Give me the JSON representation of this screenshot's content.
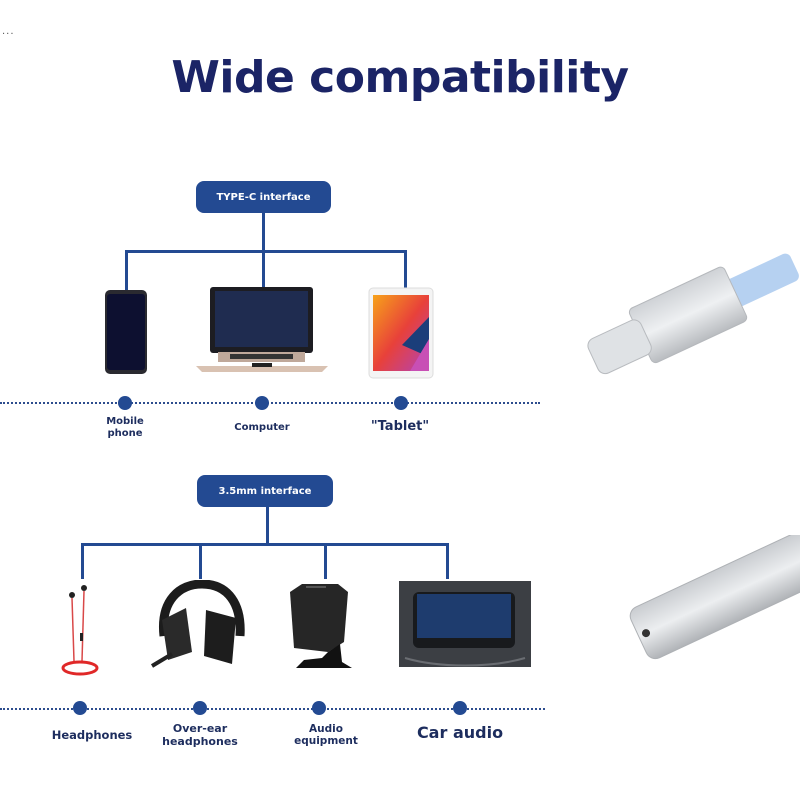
{
  "page": {
    "corner_mark": "...",
    "title": "Wide compatibility"
  },
  "type_c": {
    "header": "TYPE-C interface",
    "devices": [
      {
        "label": "Mobile\nphone",
        "icon": "smartphone-icon"
      },
      {
        "label": "Computer",
        "icon": "laptop-icon"
      },
      {
        "label": "\"Tablet\"",
        "icon": "tablet-icon"
      }
    ]
  },
  "audio": {
    "header": "3.5mm interface",
    "devices": [
      {
        "label": "Headphones",
        "icon": "earphones-icon"
      },
      {
        "label": "Over-ear\nheadphones",
        "icon": "over-ear-headphones-icon"
      },
      {
        "label": "Audio\nequipment",
        "icon": "speaker-icon"
      },
      {
        "label": "Car audio",
        "icon": "car-stereo-icon"
      }
    ]
  },
  "colors": {
    "title": "#1b2466",
    "accent": "#234a92",
    "label": "#1d2d5e"
  }
}
